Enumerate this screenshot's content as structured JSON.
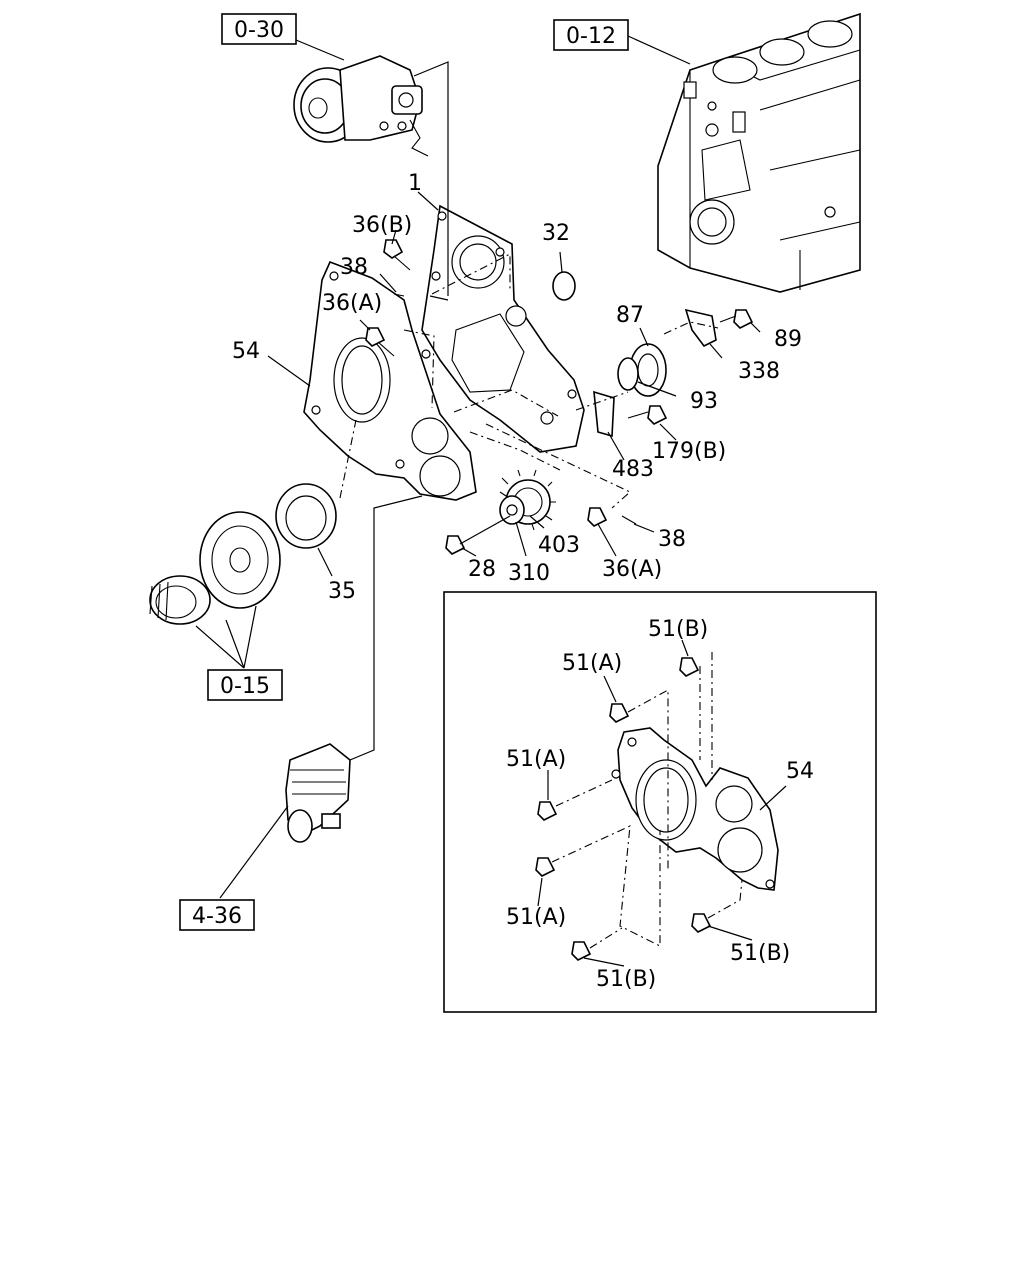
{
  "refs": {
    "r0_30": "0-30",
    "r0_12": "0-12",
    "r0_15": "0-15",
    "r4_36": "4-36"
  },
  "labels": {
    "l1": "1",
    "l36b": "36(B)",
    "l32": "32",
    "l38a": "38",
    "l36a_top": "36(A)",
    "l54": "54",
    "l87": "87",
    "l89": "89",
    "l338": "338",
    "l93": "93",
    "l179b": "179(B)",
    "l483": "483",
    "l403": "403",
    "l38b": "38",
    "l28": "28",
    "l310": "310",
    "l36a_bot": "36(A)",
    "l35": "35"
  },
  "inset": {
    "l51b_top": "51(B)",
    "l51a_1": "51(A)",
    "l51a_2": "51(A)",
    "l54": "54",
    "l51a_3": "51(A)",
    "l51b_right": "51(B)",
    "l51b_bottom": "51(B)"
  }
}
